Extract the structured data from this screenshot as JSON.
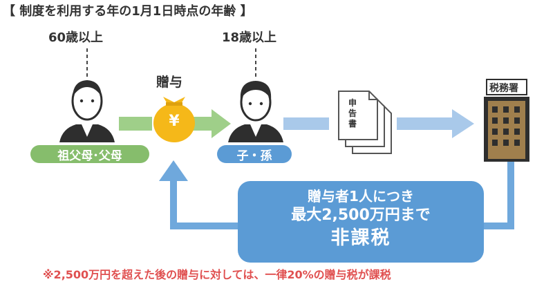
{
  "title": "【 制度を利用する年の1月1日時点の年齢 】",
  "grandparent": {
    "age": "60歳以上",
    "label": "祖父母･父母"
  },
  "child": {
    "age": "18歳以上",
    "label": "子・孫"
  },
  "gift": {
    "label": "贈与",
    "symbol": "¥"
  },
  "document": {
    "chars": [
      "申",
      "告",
      "書"
    ]
  },
  "tax_office": {
    "label": "税務署"
  },
  "callout": {
    "line1": "贈与者1人につき",
    "line2": "最大2,500万円まで",
    "line3": "非課税"
  },
  "note": "※2,500万円を超えた後の贈与に対しては、一律20%の贈与税が課税",
  "colors": {
    "green": "#86bd6c",
    "blue": "#5b9bd5",
    "gold": "#f5b819",
    "building": "#a07f4d",
    "red_note": "#e05050"
  }
}
